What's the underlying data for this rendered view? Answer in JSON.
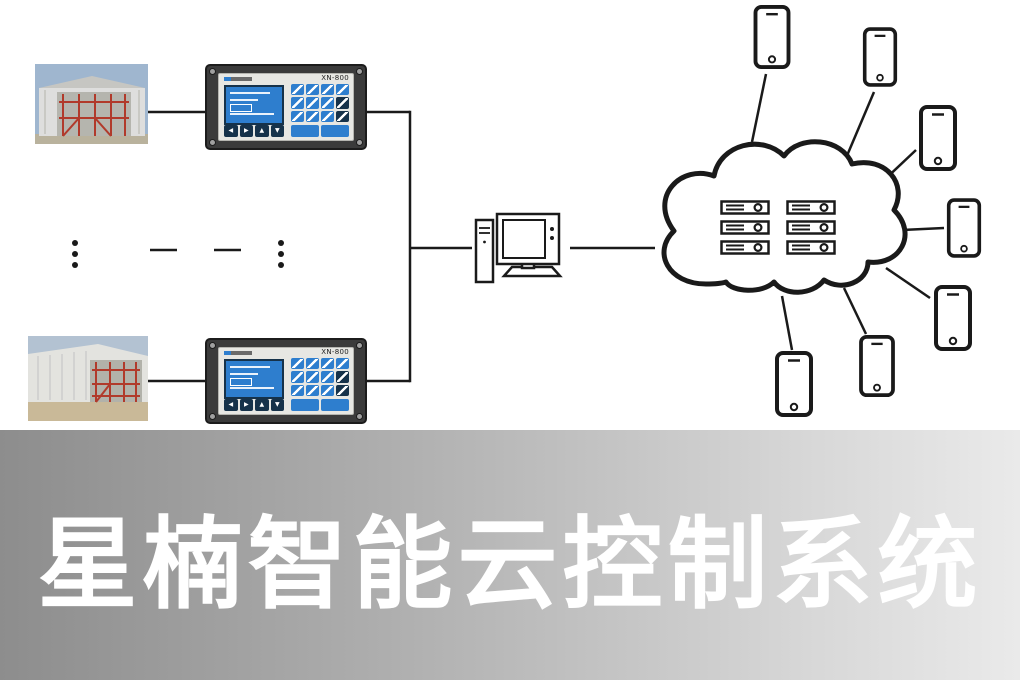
{
  "banner": {
    "title": "星楠智能云控制系统"
  },
  "controller": {
    "model": "XN-800",
    "nav_arrows": [
      "◀",
      "▶",
      "▲",
      "▼"
    ]
  },
  "colors": {
    "line": "#1a1a1a",
    "screen_blue": "#2e7ece",
    "key_dark": "#16324a",
    "banner_left": "#8d8d8d",
    "banner_right": "#eaeaea",
    "banner_text": "#ffffff"
  },
  "icons": {
    "computer": "desktop-computer-icon",
    "cloud": "cloud-servers-icon",
    "phone": "smartphone-icon",
    "server": "server-rack-icon",
    "ellipsis": "vertical-ellipsis-dots"
  },
  "diagram": {
    "photo_count": 2,
    "controller_count": 2,
    "server_count": 6,
    "phone_count": 7
  }
}
